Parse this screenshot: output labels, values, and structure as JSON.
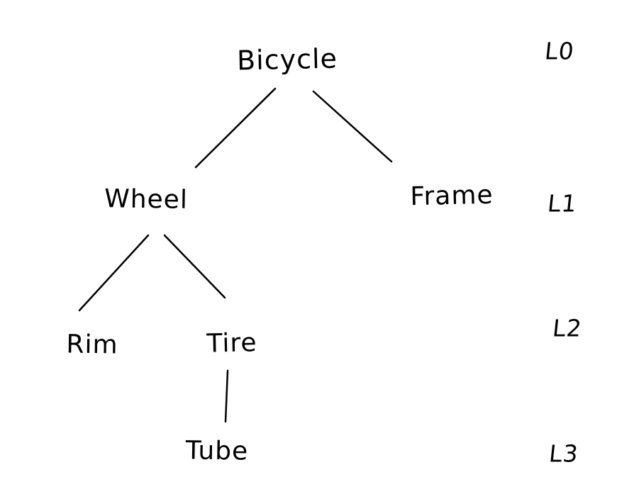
{
  "diagram": {
    "type": "tree",
    "description": "Hand-drawn component hierarchy of a bicycle with depth levels",
    "nodes": {
      "bicycle": {
        "label": "Bicycle",
        "level": "L0"
      },
      "wheel": {
        "label": "Wheel",
        "level": "L1"
      },
      "frame": {
        "label": "Frame",
        "level": "L1"
      },
      "rim": {
        "label": "Rim",
        "level": "L2"
      },
      "tire": {
        "label": "Tire",
        "level": "L2"
      },
      "tube": {
        "label": "Tube",
        "level": "L3"
      }
    },
    "edges": [
      {
        "from": "Bicycle",
        "to": "Wheel"
      },
      {
        "from": "Bicycle",
        "to": "Frame"
      },
      {
        "from": "Wheel",
        "to": "Rim"
      },
      {
        "from": "Wheel",
        "to": "Tire"
      },
      {
        "from": "Tire",
        "to": "Tube"
      }
    ],
    "level_labels": [
      "L0",
      "L1",
      "L2",
      "L3"
    ],
    "colors": {
      "stroke": "#000000",
      "text": "#000000",
      "background": "#ffffff"
    }
  }
}
